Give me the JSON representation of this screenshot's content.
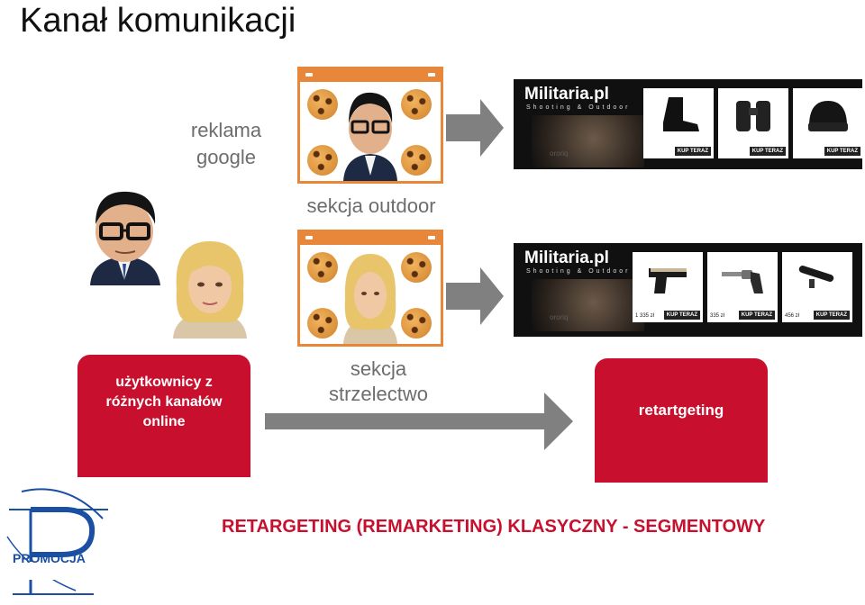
{
  "title": "Kanał komunikacji",
  "labels": {
    "reklama": "reklama\ngoogle",
    "outdoor": "sekcja outdoor",
    "strzelectwo": "sekcja\nstrzelectwo"
  },
  "boxes": {
    "users": "użytkownicy z\nróżnych kanałów\nonline",
    "retargeting": "retartgeting"
  },
  "banner": {
    "logo": "Militaria.pl",
    "tagline": "Shooting & Outdoor",
    "shooter_name": "ororiq",
    "buy_label": "KUP TERAZ",
    "outdoor_products": [
      {
        "name": "boots-icon",
        "price": ""
      },
      {
        "name": "binoculars-icon",
        "price": ""
      },
      {
        "name": "beanie-icon",
        "price": ""
      }
    ],
    "shooting_products": [
      {
        "name": "pistol-icon",
        "price": "1 335 zł"
      },
      {
        "name": "revolver-icon",
        "price": "335 zł"
      },
      {
        "name": "rifle-scope-icon",
        "price": "456 zł"
      }
    ]
  },
  "footer": "RETARGETING (REMARKETING) KLASYCZNY - SEGMENTOWY",
  "logo": {
    "text": "PROMOCJA",
    "letter": "P"
  },
  "colors": {
    "accent_red": "#c8102e",
    "browser_orange": "#e8863a",
    "arrow_gray": "#808080"
  }
}
